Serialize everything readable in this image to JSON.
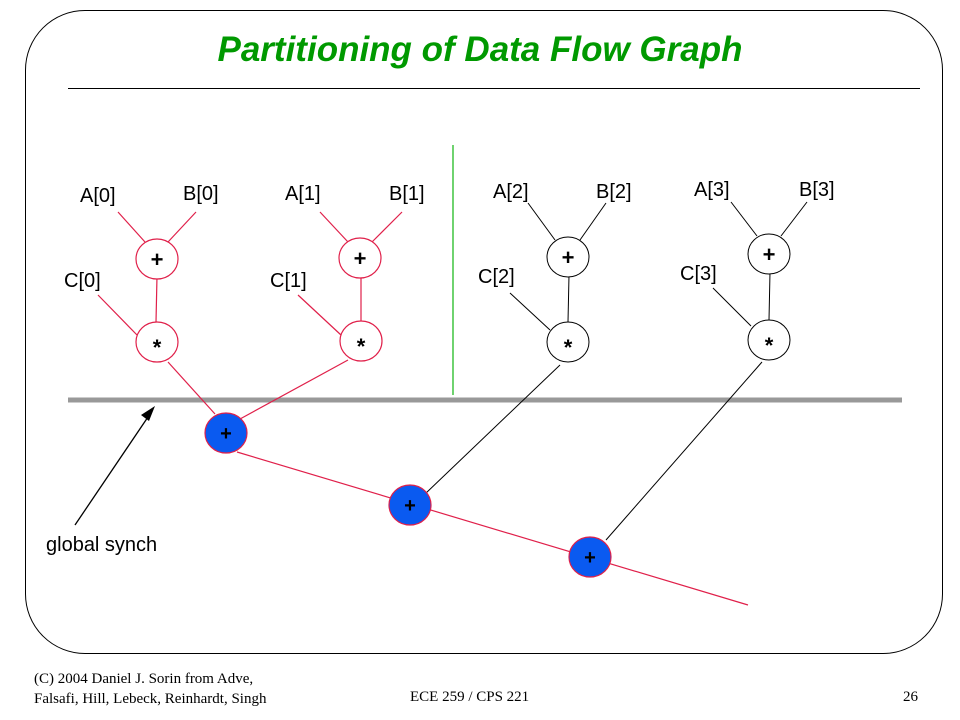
{
  "slide": {
    "title": "Partitioning of Data Flow Graph",
    "footer_left": [
      "(C) 2004 Daniel J. Sorin from Adve,",
      "Falsafi, Hill, Lebeck, Reinhardt, Singh"
    ],
    "footer_center": "ECE 259 / CPS 221",
    "page_number": "26"
  },
  "diagram": {
    "inputs_a": [
      "A[0]",
      "A[1]",
      "A[2]",
      "A[3]"
    ],
    "inputs_b": [
      "B[0]",
      "B[1]",
      "B[2]",
      "B[3]"
    ],
    "inputs_c": [
      "C[0]",
      "C[1]",
      "C[2]",
      "C[3]"
    ],
    "add_symbol": "+",
    "mul_symbol": "*",
    "annotation": "global synch",
    "colors": {
      "partition_left": "#e0204a",
      "partition_right": "#000000",
      "reduction_node": "#0a5af0",
      "divider": "#22bb22",
      "synch_bar": "#999999",
      "title": "#009900"
    }
  }
}
